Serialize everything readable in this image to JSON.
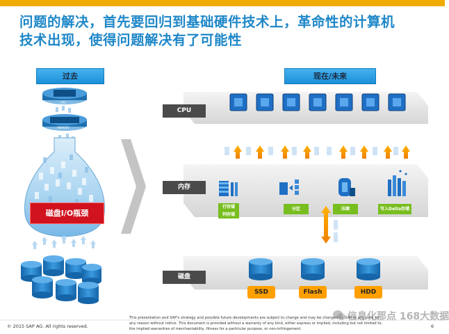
{
  "slide": {
    "title_line1": "问题的解决，首先要回归到基础硬件技术上，革命性的计算机",
    "title_line2": "技术出现，使得问题解决有了可能性",
    "header_past": "过去",
    "header_now": "现在/未来",
    "chip_cpu": "CPU",
    "chip_memory": "MEMORY",
    "bottleneck": "磁盘I/O瓶颈",
    "label_cpu": "CPU",
    "label_memory": "内存",
    "label_disk": "磁盘",
    "tag_row_col_line1": "行存储",
    "tag_row_col_line2": "列存储",
    "tag_partition": "分区",
    "tag_compress": "压缩",
    "tag_delta": "写入Delta存储",
    "disk_ssd": "SSD",
    "disk_flash": "Flash",
    "disk_hdd": "HDD"
  },
  "footer": {
    "copyright": "© 2015 SAP AG. All rights reserved.",
    "disclaimer_line1": "This presentation and SAP's strategy and possible future developments are subject to change and may be changed by SAP at any time for",
    "disclaimer_line2": "any reason without notice. This document is provided without a warranty of any kind, either express or implied, including but not limited to,",
    "disclaimer_line3": "the implied warranties of merchantability, fitness for a particular purpose, or non-infringement.",
    "page_number": "6",
    "watermark": "信息化那点 168大数据"
  },
  "colors": {
    "accent_bar": "#f0ab00",
    "title_blue": "#1e87c8",
    "header_blue": "#2a9fe0",
    "bottleneck_red": "#d0131e",
    "tag_green": "#78be20",
    "disk_orange": "#ffa000",
    "label_gray": "#4a4a4a"
  }
}
